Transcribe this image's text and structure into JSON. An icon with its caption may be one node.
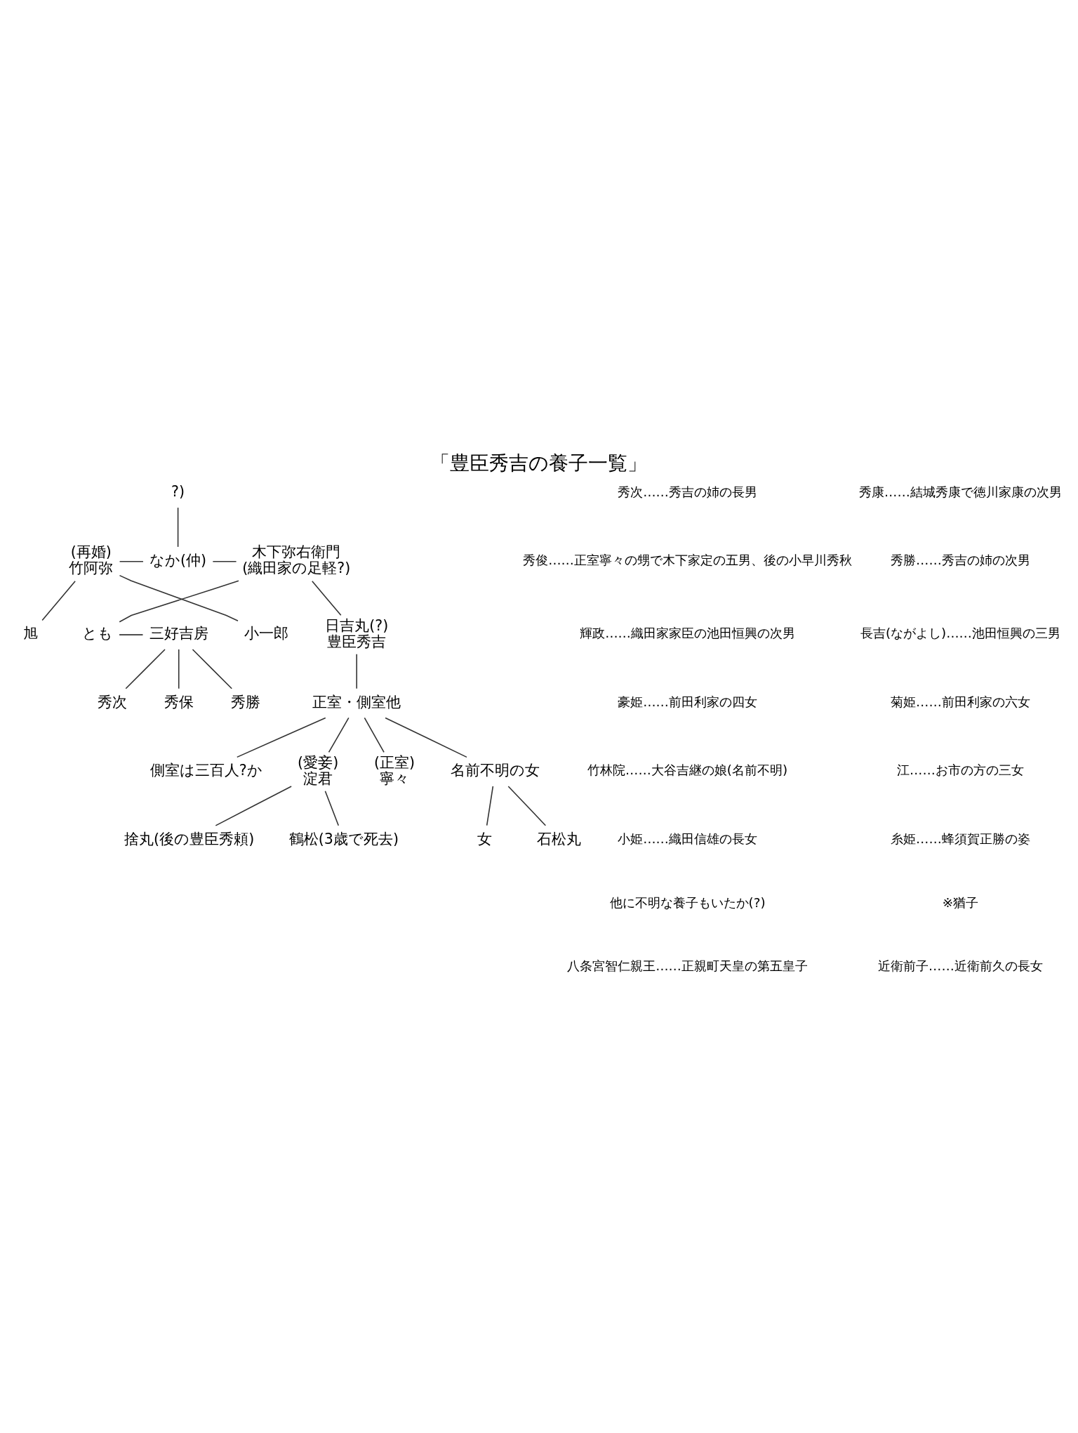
{
  "diagram": {
    "title": "「豊臣秀吉の養子一覧」",
    "nodes": [
      {
        "text": [
          "?)"
        ]
      },
      {
        "text": [
          "なか(仲)"
        ]
      },
      {
        "text": [
          "(再婚)",
          "竹阿弥"
        ]
      },
      {
        "text": [
          "木下弥右衛門",
          "(織田家の足軽?)"
        ]
      },
      {
        "text": [
          "旭"
        ]
      },
      {
        "text": [
          "小一郎"
        ]
      },
      {
        "text": [
          "日吉丸(?)",
          "豊臣秀吉"
        ]
      },
      {
        "text": [
          "とも"
        ]
      },
      {
        "text": [
          "三好吉房"
        ]
      },
      {
        "text": [
          "正室・側室他"
        ]
      },
      {
        "text": [
          "側室は三百人?か"
        ]
      },
      {
        "text": [
          "(愛妾)",
          "淀君"
        ]
      },
      {
        "text": [
          "(正室)",
          "寧々"
        ]
      },
      {
        "text": [
          "名前不明の女"
        ]
      },
      {
        "text": [
          "秀保"
        ]
      },
      {
        "text": [
          "秀勝"
        ]
      },
      {
        "text": [
          "秀次"
        ]
      },
      {
        "text": [
          "捨丸(後の豊臣秀頼)"
        ]
      },
      {
        "text": [
          "鶴松(3歳で死去)"
        ]
      },
      {
        "text": [
          "女"
        ]
      },
      {
        "text": [
          "石松丸"
        ]
      }
    ],
    "edges": [
      {
        "from": 0,
        "to": 1,
        "arrow": "none"
      },
      {
        "from": 2,
        "to": 1,
        "arrow": "none"
      },
      {
        "from": 1,
        "to": 3,
        "arrow": "none"
      },
      {
        "from": 2,
        "to": 4,
        "arrow": "none"
      },
      {
        "from": 2,
        "to": 5,
        "arrow": "none"
      },
      {
        "from": 3,
        "to": 6,
        "arrow": "none"
      },
      {
        "from": 3,
        "to": 7,
        "arrow": "none"
      },
      {
        "from": 7,
        "to": 8,
        "arrow": "none"
      },
      {
        "from": 6,
        "to": 9,
        "arrow": "none"
      },
      {
        "from": 9,
        "to": 10,
        "arrow": "none"
      },
      {
        "from": 9,
        "to": 11,
        "arrow": "none"
      },
      {
        "from": 9,
        "to": 12,
        "arrow": "none"
      },
      {
        "from": 9,
        "to": 13,
        "arrow": "none"
      },
      {
        "from": 8,
        "to": 14,
        "arrow": "none"
      },
      {
        "from": 8,
        "to": 15,
        "arrow": "none"
      },
      {
        "from": 8,
        "to": 16,
        "arrow": "none"
      },
      {
        "from": 11,
        "to": 17,
        "arrow": "none"
      },
      {
        "from": 11,
        "to": 18,
        "arrow": "none"
      },
      {
        "from": 13,
        "to": 19,
        "arrow": "none"
      },
      {
        "from": 13,
        "to": 20,
        "arrow": "none"
      }
    ],
    "labels": [
      "秀次……秀吉の姉の長男",
      "秀康……結城秀康で徳川家康の次男",
      "秀俊……正室寧々の甥で木下家定の五男、後の小早川秀秋",
      "秀勝……秀吉の姉の次男",
      "輝政……織田家家臣の池田恒興の次男",
      "長吉(ながよし)……池田恒興の三男",
      "豪姫……前田利家の四女",
      "菊姫……前田利家の六女",
      "竹林院……大谷吉継の娘(名前不明)",
      "江……お市の方の三女",
      "小姫……織田信雄の長女",
      "糸姫……蜂須賀正勝の姿",
      "他に不明な養子もいたか(?)",
      "※猶子",
      "八条宮智仁親王……正親町天皇の第五皇子",
      "近衛前子……近衛前久の長女"
    ]
  }
}
